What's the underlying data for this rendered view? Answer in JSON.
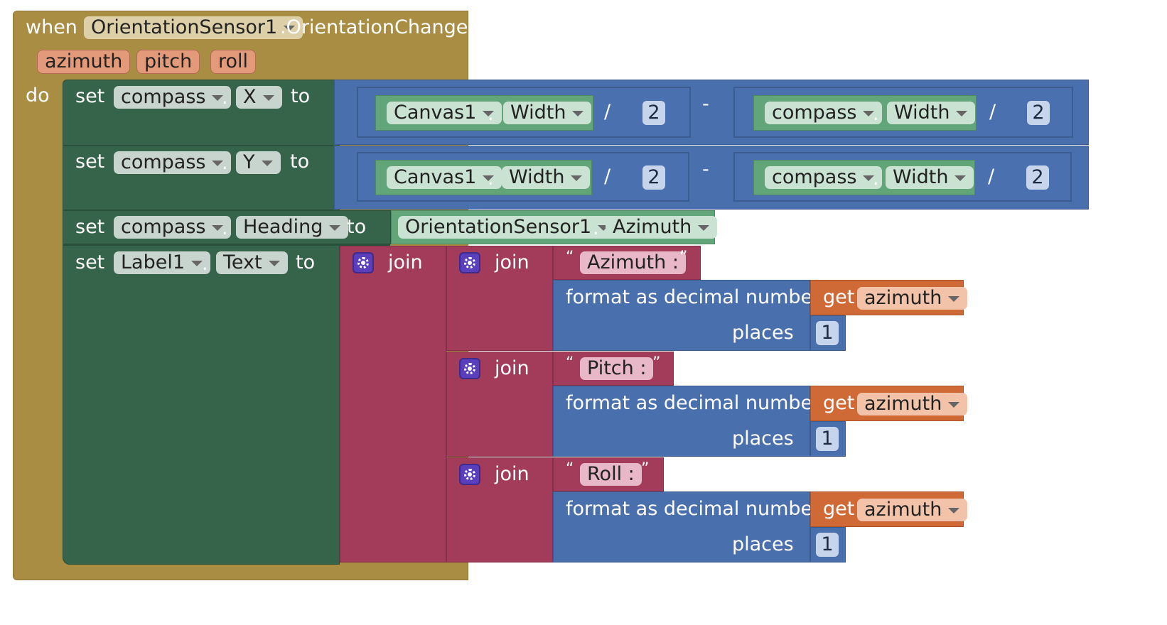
{
  "event": {
    "when": "when",
    "component": "OrientationSensor1",
    "event_name": ".OrientationChanged",
    "params": [
      "azimuth",
      "pitch",
      "roll"
    ],
    "do": "do"
  },
  "stmts": {
    "set_x": {
      "set": "set",
      "comp": "compass",
      "dot": ".",
      "prop": "X",
      "to": "to",
      "left": {
        "comp": "Canvas1",
        "dot": ".",
        "prop": "Width",
        "div": "/",
        "num": "2"
      },
      "minus": "-",
      "right": {
        "comp": "compass",
        "dot": ".",
        "prop": "Width",
        "div": "/",
        "num": "2"
      }
    },
    "set_y": {
      "set": "set",
      "comp": "compass",
      "dot": ".",
      "prop": "Y",
      "to": "to",
      "left": {
        "comp": "Canvas1",
        "dot": ".",
        "prop": "Width",
        "div": "/",
        "num": "2"
      },
      "minus": "-",
      "right": {
        "comp": "compass",
        "dot": ".",
        "prop": "Width",
        "div": "/",
        "num": "2"
      }
    },
    "set_heading": {
      "set": "set",
      "comp": "compass",
      "dot": ".",
      "prop": "Heading",
      "to": "to",
      "value": {
        "comp": "OrientationSensor1",
        "dot": ".",
        "prop": "Azimuth"
      }
    },
    "set_text": {
      "set": "set",
      "comp": "Label1",
      "dot": ".",
      "prop": "Text",
      "to": "to",
      "join": "join"
    }
  },
  "joins": [
    {
      "join": "join",
      "open_quote": "“",
      "close_quote": "”",
      "label": "Azimuth :",
      "format": "format as decimal number",
      "get": "get",
      "var": "azimuth",
      "places": "places",
      "num": "1"
    },
    {
      "join": "join",
      "open_quote": "“",
      "close_quote": "”",
      "label": "Pitch :",
      "format": "format as decimal number",
      "get": "get",
      "var": "azimuth",
      "places": "places",
      "num": "1"
    },
    {
      "join": "join",
      "open_quote": "“",
      "close_quote": "”",
      "label": "Roll :",
      "format": "format as decimal number",
      "get": "get",
      "var": "azimuth",
      "places": "places",
      "num": "1"
    }
  ],
  "colors": {
    "event": "#a98d43",
    "setter": "#35644a",
    "math": "#4a6fad",
    "property_getter": "#62a578",
    "text_join": "#a33b5b",
    "variable_get": "#cf6a36"
  }
}
